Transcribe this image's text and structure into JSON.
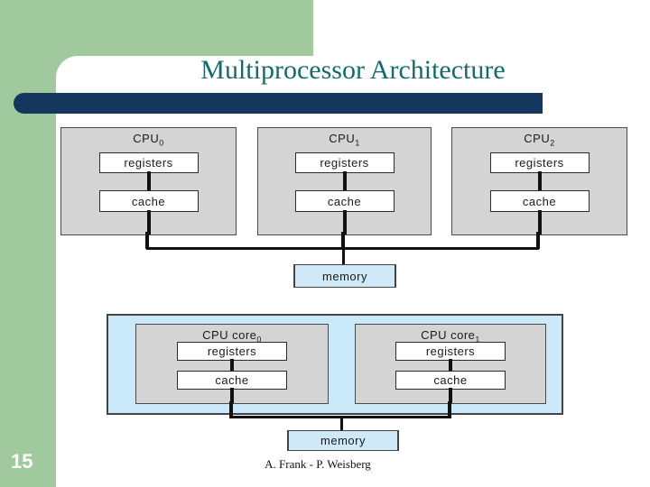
{
  "title": "Multiprocessor Architecture",
  "page_number": "15",
  "footer": "A. Frank - P. Weisberg",
  "labels": {
    "registers": "registers",
    "cache": "cache",
    "memory": "memory"
  },
  "smp_diagram": {
    "cpus": [
      {
        "name": "CPU",
        "sub": "0"
      },
      {
        "name": "CPU",
        "sub": "1"
      },
      {
        "name": "CPU",
        "sub": "2"
      }
    ]
  },
  "multicore_diagram": {
    "cores": [
      {
        "name": "CPU core",
        "sub": "0"
      },
      {
        "name": "CPU core",
        "sub": "1"
      }
    ]
  },
  "colors": {
    "sidebar_green": "#A0CA9E",
    "accent_navy": "#16375D",
    "title_teal": "#156B6B",
    "cpu_box_gray": "#D4D4D4",
    "chip_blue": "#C9E8F8",
    "memory_blue": "#CFE9F8"
  }
}
